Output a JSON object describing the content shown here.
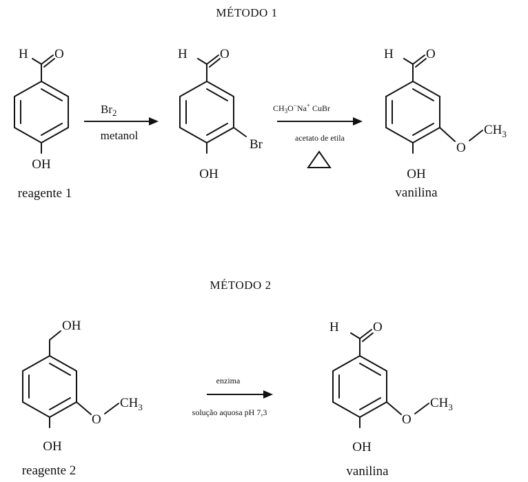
{
  "method1": {
    "title": "MÉTODO 1",
    "reagent1": {
      "aldehyde_h": "H",
      "aldehyde_o": "O",
      "hydroxyl": "OH",
      "name": "reagente 1"
    },
    "step1": {
      "above": "Br2",
      "below": "metanol"
    },
    "intermediate": {
      "aldehyde_h": "H",
      "aldehyde_o": "O",
      "hydroxyl": "OH",
      "bromo": "Br"
    },
    "step2": {
      "above": "CH3O−Na+ CuBr",
      "below": "acetato de etila",
      "heat_symbol": "triangle"
    },
    "product": {
      "aldehyde_h": "H",
      "aldehyde_o": "O",
      "hydroxyl": "OH",
      "methoxy_o": "O",
      "methyl": "CH3",
      "name": "vanilina"
    }
  },
  "method2": {
    "title": "MÉTODO 2",
    "reagent2": {
      "hydroxymethyl": "OH",
      "hydroxyl": "OH",
      "methoxy_o": "O",
      "methyl": "CH3",
      "name": "reagente 2"
    },
    "step": {
      "above": "enzima",
      "below": "solução aquosa pH 7,3"
    },
    "product": {
      "aldehyde_h": "H",
      "aldehyde_o": "O",
      "hydroxyl": "OH",
      "methoxy_o": "O",
      "methyl": "CH3",
      "name": "vanilina"
    }
  },
  "colors": {
    "ink": "#111111",
    "background": "#ffffff"
  }
}
